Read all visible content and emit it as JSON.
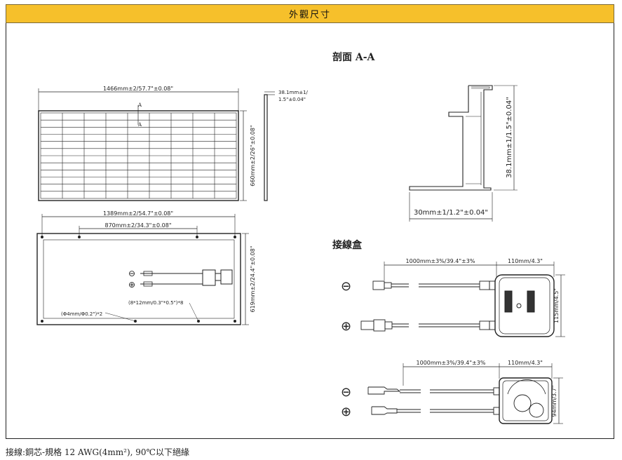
{
  "header": {
    "title": "外觀尺寸"
  },
  "front_view": {
    "width_dim": "1466mm±2/57.7\"±0.08\"",
    "height_dim": "660mm±2/26\"±0.08\"",
    "thick_dim_1": "38.1mm±1/",
    "thick_dim_2": "1.5\"±0.04\"",
    "section_mark": "A"
  },
  "back_view": {
    "outer_dim": "1389mm±2/54.7\"±0.08\"",
    "inner_dim": "870mm±2/34.3\"±0.08\"",
    "height_dim": "619mm±2/24.4\"±0.08\"",
    "slot_note": "(8*12mm/0.3\"*0.5\")*8",
    "hole_note": "(Φ4mm/Φ0.2\")*2",
    "minus": "⊖",
    "plus": "⊕"
  },
  "section": {
    "title": "剖面 A-A",
    "height_dim": "38.1mm±1/1.5\"±0.04\"",
    "width_dim": "30mm±1/1.2\"±0.04\""
  },
  "junction_box": {
    "title": "接線盒",
    "cable_dim": "1000mm±3%/39.4\"±3%",
    "box_width": "110mm/4.3\"",
    "box_height": "115mm/4.5\"",
    "box2_width": "110mm/4.3\"",
    "box2_height": "94mm/3.7\"",
    "cable_dim_2": "1000mm±3%/39.4\"±3%",
    "minus": "⊖",
    "plus": "⊕"
  },
  "footnote": "接線:銅芯-規格 12 AWG(4mm²), 90℃以下絕緣"
}
